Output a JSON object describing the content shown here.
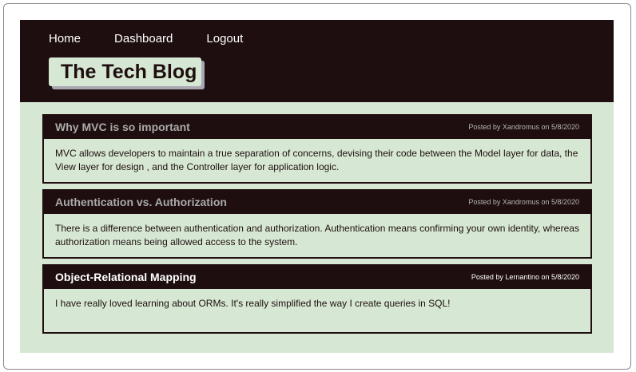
{
  "nav": {
    "items": [
      {
        "label": "Home"
      },
      {
        "label": "Dashboard"
      },
      {
        "label": "Logout"
      }
    ]
  },
  "site": {
    "title": "The Tech Blog"
  },
  "posts": [
    {
      "title": "Why MVC is so important",
      "meta": "Posted by Xandromus on 5/8/2020",
      "body": "MVC allows developers to maintain a true separation of concerns, devising their code between the Model layer for data, the View layer for design , and the Controller layer for application logic."
    },
    {
      "title": "Authentication vs. Authorization",
      "meta": "Posted by Xandromus on 5/8/2020",
      "body": "There is a difference between authentication and authorization. Authentication means confirming your own identity, whereas authorization means being allowed access to the system."
    },
    {
      "title": "Object-Relational Mapping",
      "meta": "Posted by Lernantino  on 5/8/2020",
      "body": "I have really loved learning about ORMs. It's really simplified the way I create queries in SQL!"
    }
  ],
  "colors": {
    "header_bg": "#1e0e0f",
    "page_bg": "#d6e8d3",
    "logo_shadow": "#a9a8b3"
  }
}
